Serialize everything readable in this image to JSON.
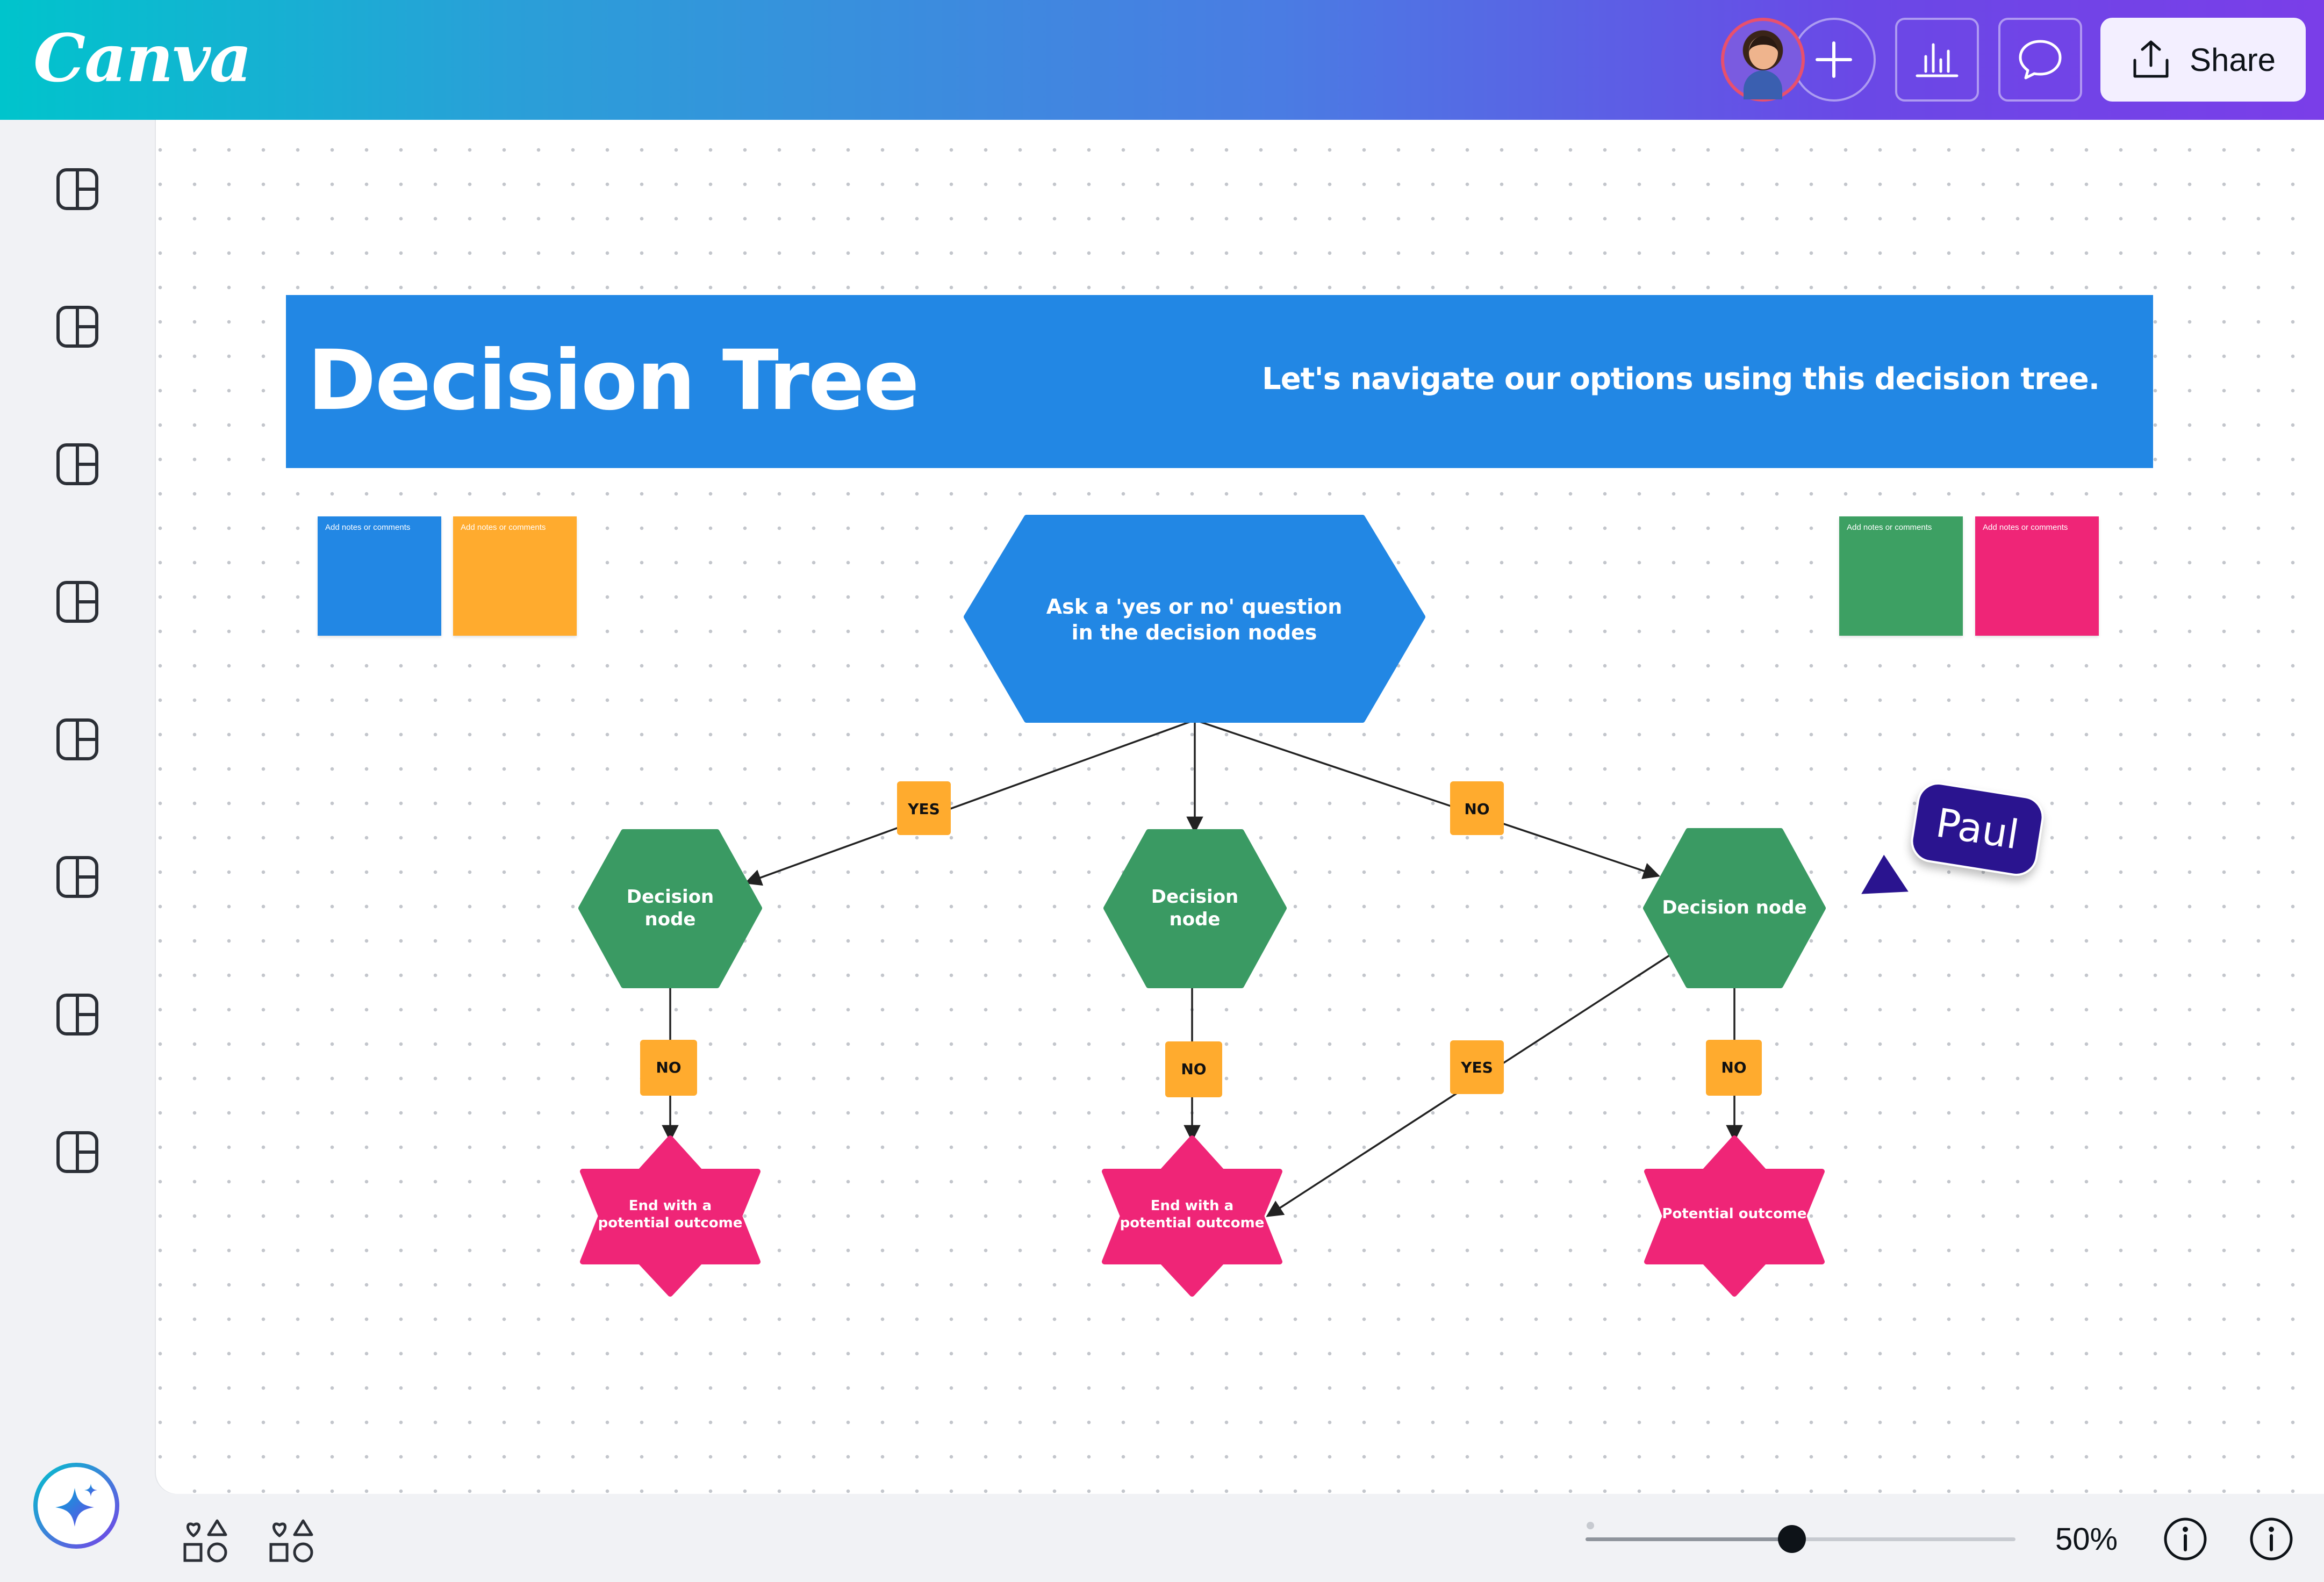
{
  "header": {
    "logo_text": "Canva",
    "share_label": "Share",
    "icons": [
      "user-avatar",
      "plus-icon",
      "analytics-chart-icon",
      "comment-icon",
      "share-upload-icon"
    ]
  },
  "sidebar": {
    "page_count": 8,
    "icons": [
      "page-layout-icon",
      "magic-sparkle-icon"
    ]
  },
  "board": {
    "title": "Decision Tree",
    "subtitle": "Let's navigate our options using this decision tree.",
    "stickies": [
      {
        "text": "Add notes or comments",
        "color": "#2287e4"
      },
      {
        "text": "Add notes or comments",
        "color": "#ffab2e"
      },
      {
        "text": "Add notes or comments",
        "color": "#3da063"
      },
      {
        "text": "Add notes or comments",
        "color": "#ef2577"
      }
    ],
    "root": {
      "line1": "Ask a 'yes or no' question",
      "line2": "in the decision nodes"
    },
    "decision_nodes": [
      {
        "line1": "Decision",
        "line2": "node"
      },
      {
        "line1": "Decision",
        "line2": "node"
      },
      {
        "line1": "Decision node",
        "line2": ""
      }
    ],
    "branch_labels": {
      "yes_top": "YES",
      "no_top": "NO",
      "no_left": "NO",
      "no_mid": "NO",
      "yes_right": "YES",
      "no_right": "NO"
    },
    "outcomes": [
      {
        "line1": "End with a",
        "line2": "potential outcome"
      },
      {
        "line1": "End with a",
        "line2": "potential outcome"
      },
      {
        "line1": "Potential outcome",
        "line2": ""
      }
    ],
    "cursor_user": "Paul"
  },
  "footer": {
    "zoom_label": "50%",
    "zoom_fraction": 0.48,
    "icons": [
      "elements-shapes-icon",
      "elements-shapes-icon",
      "info-icon",
      "info-icon"
    ]
  },
  "colors": {
    "banner": "#2287e4",
    "decision": "#3a9a63",
    "outcome": "#ef2577",
    "label": "#ffab2e",
    "cursor": "#2a148f"
  }
}
